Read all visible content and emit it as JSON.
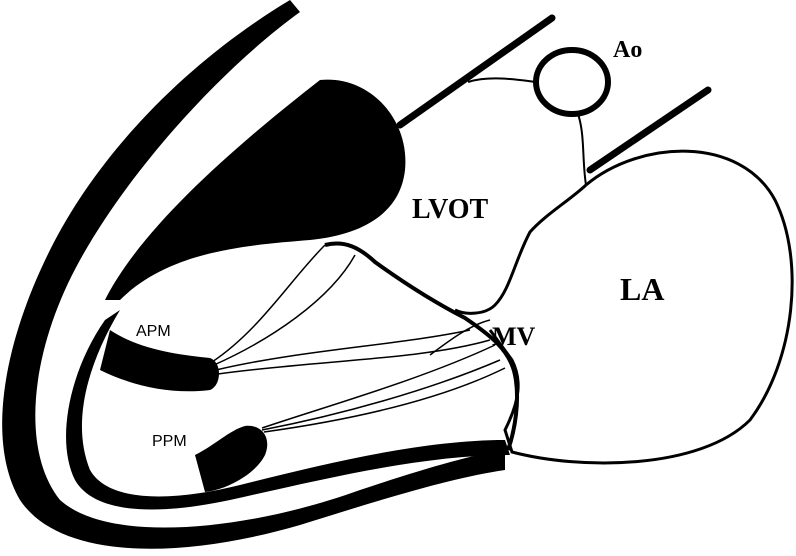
{
  "labels": {
    "ao": "Ao",
    "lvot": "LVOT",
    "la": "LA",
    "mv": "MV",
    "apm": "APM",
    "ppm": "PPM"
  },
  "colors": {
    "background": "#ffffff",
    "ink": "#000000"
  }
}
